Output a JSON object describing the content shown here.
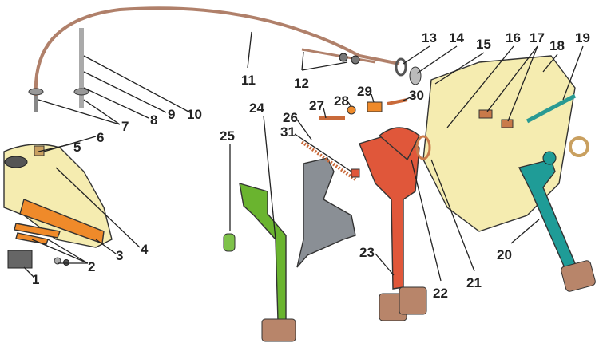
{
  "diagram": {
    "labels": [
      "1",
      "2",
      "3",
      "4",
      "5",
      "6",
      "7",
      "8",
      "9",
      "10",
      "11",
      "12",
      "13",
      "14",
      "15",
      "16",
      "17",
      "18",
      "19",
      "20",
      "21",
      "22",
      "23",
      "24",
      "25",
      "26",
      "27",
      "28",
      "29",
      "30",
      "31"
    ],
    "colors": {
      "bracket": "#f5ecb0",
      "clutch_pedal": "#6ab42f",
      "brake_pedal": "#e0573a",
      "accelerator_lever": "#1f9c97",
      "support_bracket": "#8a8f95",
      "cable": "#b0806a",
      "pad": "#b8856a",
      "lever_orange": "#ef8a2a"
    }
  }
}
